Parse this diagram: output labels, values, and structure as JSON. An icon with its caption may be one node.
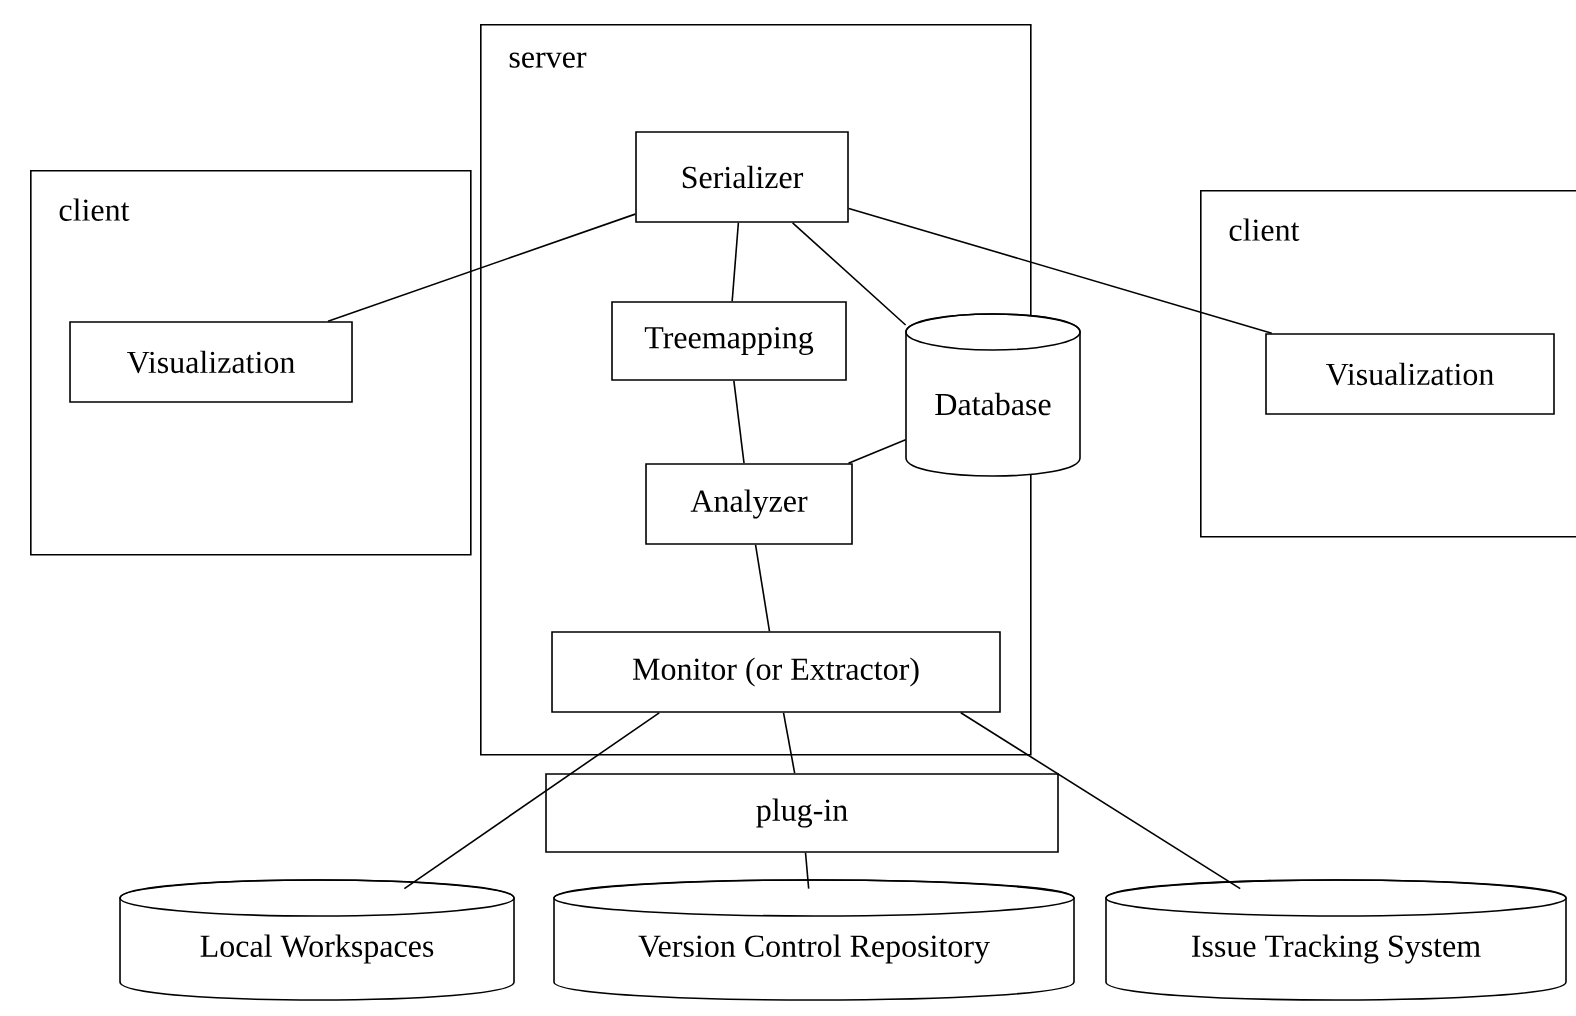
{
  "diagram": {
    "nodes": [
      {
        "text": [
          "server"
        ]
      },
      {
        "text": [
          "client"
        ]
      },
      {
        "text": [
          "Visualization"
        ],
        "in": 1
      },
      {
        "text": [
          "client"
        ]
      },
      {
        "text": [
          "Visualization"
        ],
        "in": 3
      },
      {
        "text": [
          "Serializer"
        ],
        "in": 0
      },
      {
        "text": [
          "Treemapping"
        ],
        "in": 0
      },
      {
        "text": [
          "Database"
        ]
      },
      {
        "text": [
          "Analyzer"
        ],
        "in": 0
      },
      {
        "text": [
          "Monitor (or Extractor)"
        ],
        "in": 0
      },
      {
        "text": [
          "plug-in"
        ]
      },
      {
        "text": [
          "Local Workspaces"
        ]
      },
      {
        "text": [
          "Version Control Repository"
        ]
      },
      {
        "text": [
          "Issue Tracking System"
        ]
      }
    ],
    "edges": [
      {
        "from": 5,
        "to": 2,
        "arrow": "none"
      },
      {
        "from": 5,
        "to": 6,
        "arrow": "none"
      },
      {
        "from": 5,
        "to": 7,
        "arrow": "none"
      },
      {
        "from": 5,
        "to": 4,
        "arrow": "none"
      },
      {
        "from": 6,
        "to": 8,
        "arrow": "none"
      },
      {
        "from": 8,
        "to": 7,
        "arrow": "none"
      },
      {
        "from": 8,
        "to": 9,
        "arrow": "none"
      },
      {
        "from": 9,
        "to": 11,
        "arrow": "none"
      },
      {
        "from": 9,
        "to": 10,
        "arrow": "none"
      },
      {
        "from": 10,
        "to": 12,
        "arrow": "none"
      },
      {
        "from": 9,
        "to": 13,
        "arrow": "none"
      }
    ]
  }
}
